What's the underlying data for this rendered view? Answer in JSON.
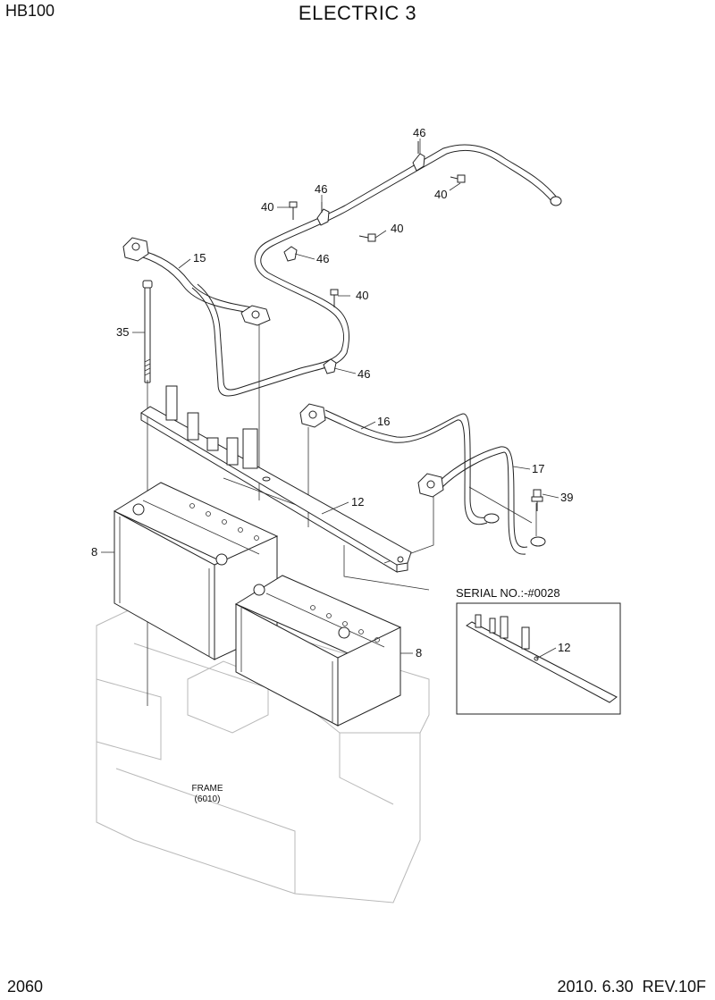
{
  "header": {
    "model": "HB100",
    "title": "ELECTRIC 3"
  },
  "footer": {
    "page_number": "2060",
    "revision": "2010. 6.30  REV.10F"
  },
  "callouts": {
    "c46_top": "46",
    "c40_upper_right": "40",
    "c46_upper": "46",
    "c40_left": "40",
    "c40_right": "40",
    "c46_mid": "46",
    "c15": "15",
    "c40_lower": "40",
    "c35": "35",
    "c46_lower": "46",
    "c16": "16",
    "c17": "17",
    "c39": "39",
    "c12": "12",
    "c8_left": "8",
    "c8_right": "8",
    "c12_inset": "12"
  },
  "inset": {
    "label": "SERIAL NO.:-#0028"
  },
  "frame": {
    "label": "FRAME",
    "ref": "(6010)"
  }
}
